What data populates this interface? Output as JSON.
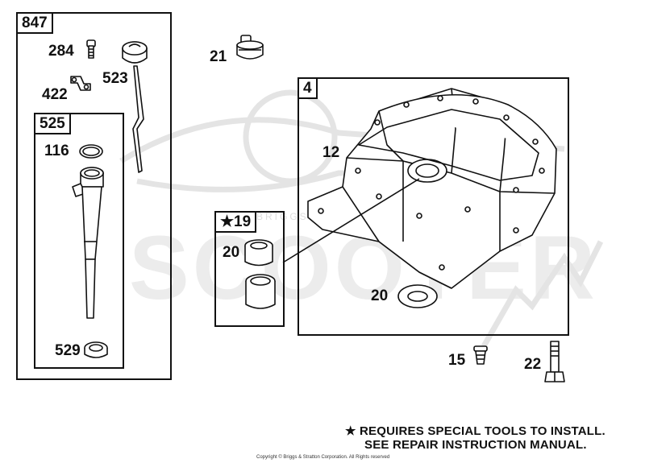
{
  "groups": {
    "g847": "847",
    "g525": "525",
    "g19": "★19",
    "g4": "4"
  },
  "parts": {
    "p284": "284",
    "p422": "422",
    "p523": "523",
    "p116": "116",
    "p529": "529",
    "p21": "21",
    "p20a": "20",
    "p12": "12",
    "p20b": "20",
    "p15": "15",
    "p22": "22"
  },
  "notes": {
    "line1": "★ REQUIRES SPECIAL TOOLS TO INSTALL.",
    "line2": "SEE REPAIR INSTRUCTION MANUAL."
  },
  "copyright": "Copyright © Briggs & Stratton Corporation. All Rights reserved",
  "watermark": {
    "main": "SCOOTER",
    "small": "BRIGGS & STRATTON",
    "brand_color": "#e6e6e6"
  }
}
